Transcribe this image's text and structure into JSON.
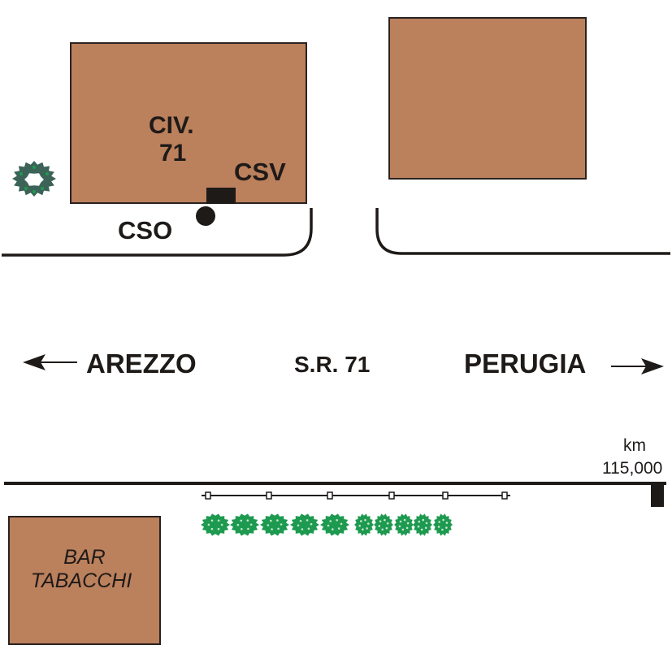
{
  "map": {
    "buildings": [
      {
        "id": "civ-71",
        "label_line1": "CIV.",
        "label_line2": "71"
      },
      {
        "id": "building-northeast",
        "label": ""
      },
      {
        "id": "bar-tabacchi",
        "label_line1": "BAR",
        "label_line2": "TABACCHI"
      }
    ],
    "markers": {
      "csv_label": "CSV",
      "cso_label": "CSO"
    },
    "road": {
      "name": "S.R. 71",
      "west_destination": "AREZZO",
      "east_destination": "PERUGIA"
    },
    "milestone": {
      "unit": "km",
      "value": "115,000"
    },
    "vegetation": {
      "shrub_count": 10,
      "fence_post_count": 6,
      "wreath_icon": "wreath-icon"
    },
    "colors": {
      "building_fill": "#bb805c",
      "outline": "#1e1a18",
      "shrub_green": "#1e9a50",
      "wreath_green": "#3b6357"
    }
  }
}
